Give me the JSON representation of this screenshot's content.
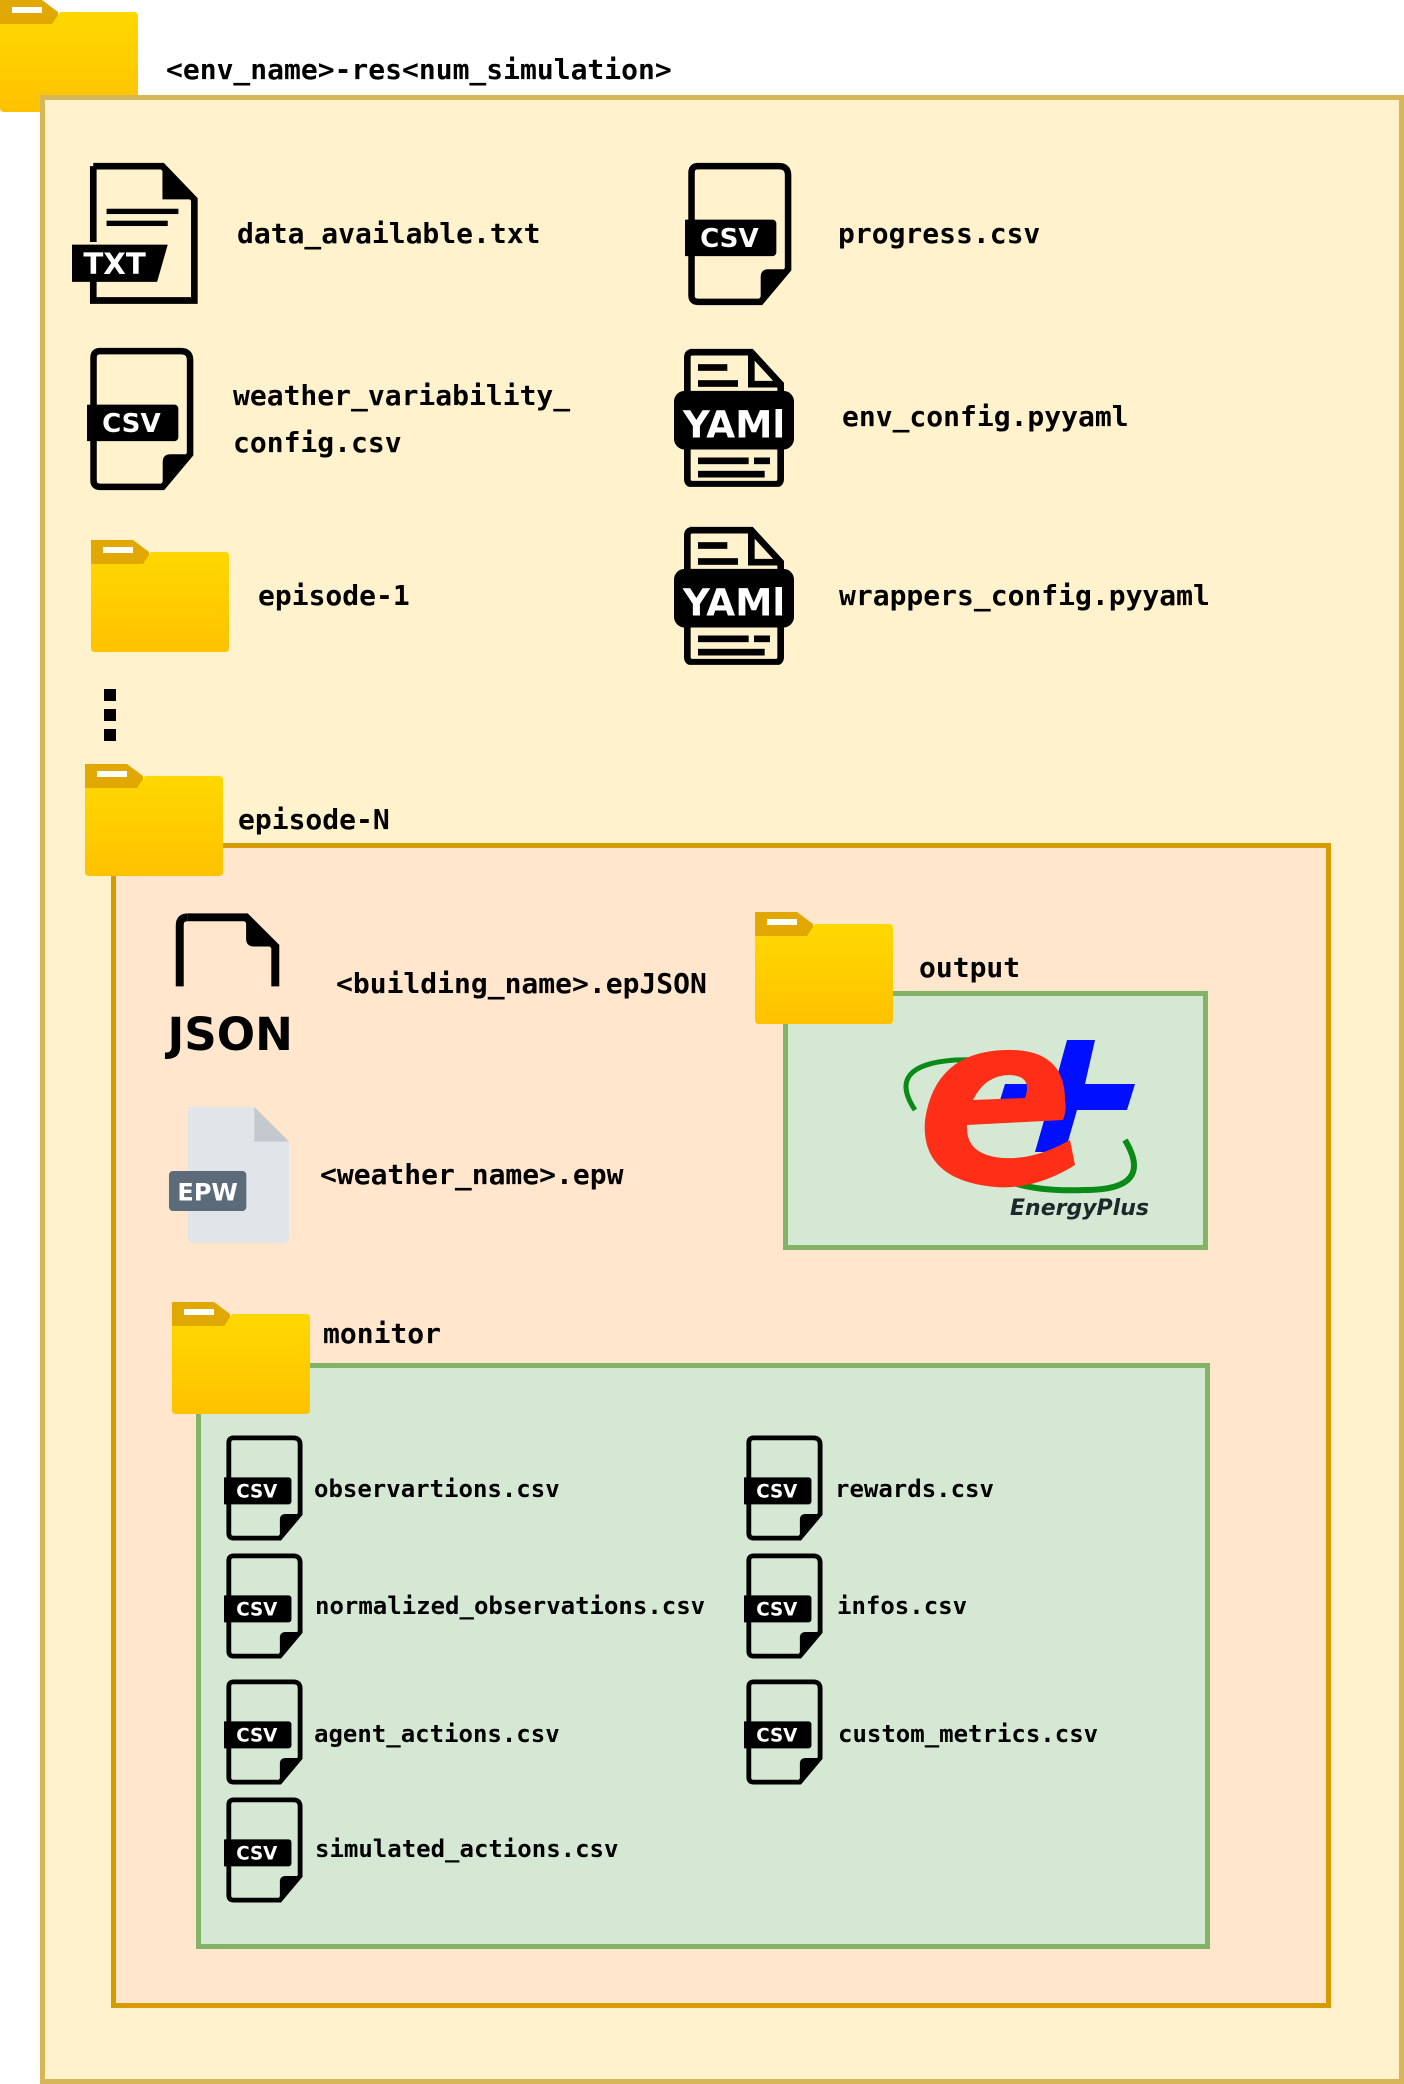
{
  "root": {
    "folder_name": "<env_name>-res<num_simulation>",
    "files": {
      "data_available": "data_available.txt",
      "progress": "progress.csv",
      "weather_variability_line1": "weather_variability_",
      "weather_variability_line2": "config.csv",
      "env_config": "env_config.pyyaml",
      "wrappers_config": "wrappers_config.pyyaml"
    },
    "episode_1": "episode-1",
    "episode_n": "episode-N"
  },
  "episode": {
    "building": "<building_name>.epJSON",
    "weather": "<weather_name>.epw",
    "output_folder": "output",
    "monitor_folder": "monitor",
    "logo_text": "EnergyPlus"
  },
  "monitor": {
    "left": [
      "observartions.csv",
      "normalized_observations.csv",
      "agent_actions.csv",
      "simulated_actions.csv"
    ],
    "right": [
      "rewards.csv",
      "infos.csv",
      "custom_metrics.csv"
    ]
  },
  "icons": {
    "txt": "TXT",
    "csv": "CSV",
    "yaml": "YAMl",
    "json": "JSON",
    "epw": "EPW"
  },
  "colors": {
    "root_border": "#d6b656",
    "root_fill": "#fff2cc",
    "episode_border": "#d79b00",
    "episode_fill": "#ffe6cc",
    "green_border": "#82b366",
    "green_fill": "#d5e8d4"
  }
}
